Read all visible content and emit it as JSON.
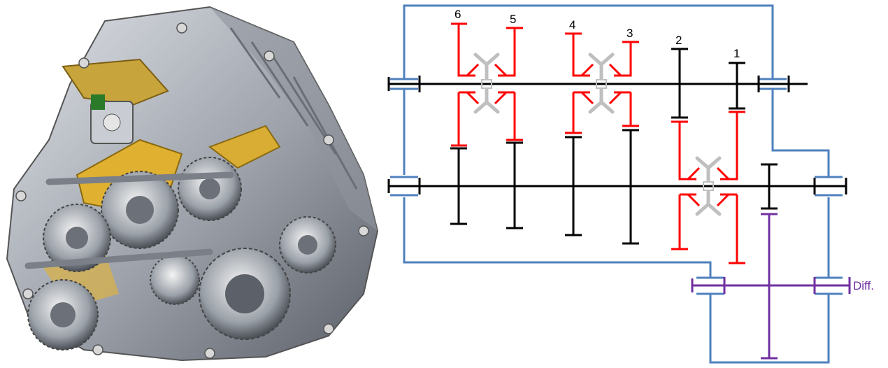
{
  "gear_labels": {
    "g1": "1",
    "g2": "2",
    "g3": "3",
    "g4": "4",
    "g5": "5",
    "g6": "6"
  },
  "diff_label": "Diff.",
  "colors": {
    "shaft": "#000000",
    "gear_selected": "#ff0000",
    "housing": "#4f81bd",
    "differential": "#7030a0",
    "synchro": "#bfbfbf"
  }
}
